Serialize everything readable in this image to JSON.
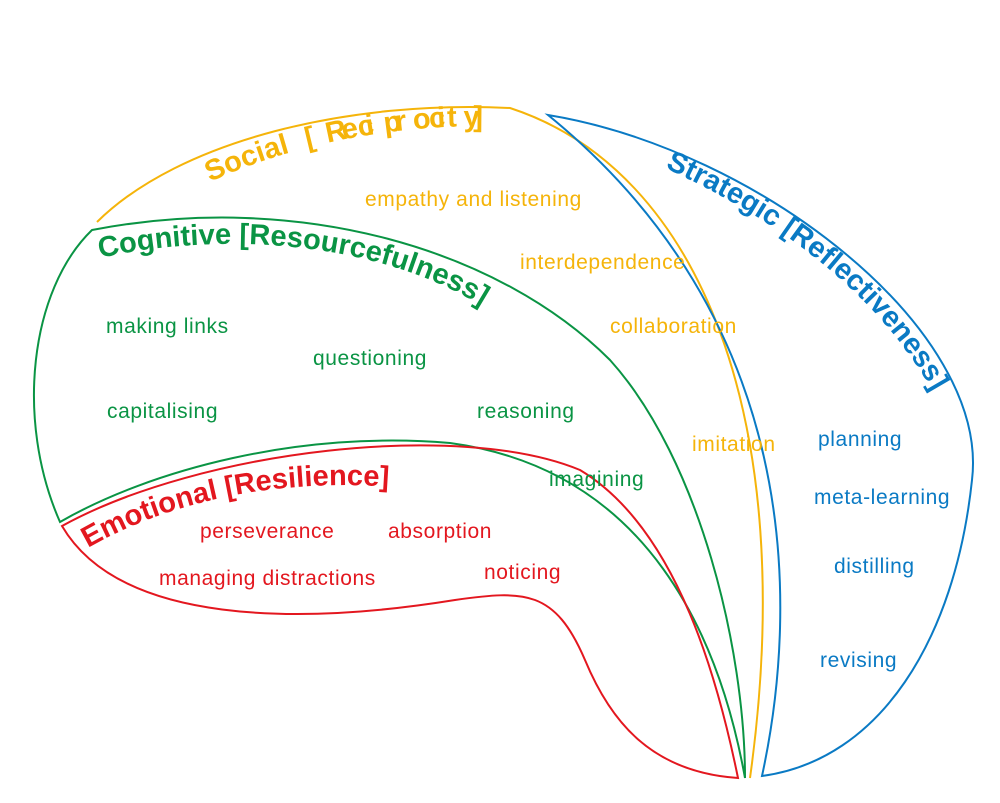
{
  "colors": {
    "social": "#f5b40a",
    "cognitive": "#0a9444",
    "emotional": "#e3171f",
    "strategic": "#0a7ac4"
  },
  "social": {
    "title": "Social  [Reciprocity]",
    "items": [
      "empathy and listening",
      "interdependence",
      "collaboration",
      "imitation"
    ]
  },
  "cognitive": {
    "title": "Cognitive [Resourcefulness]",
    "items": [
      "making links",
      "questioning",
      "capitalising",
      "reasoning",
      "imagining"
    ]
  },
  "emotional": {
    "title": "Emotional [Resilience]",
    "items": [
      "perseverance",
      "absorption",
      "managing distractions",
      "noticing"
    ]
  },
  "strategic": {
    "title": "Strategic [Reflectiveness]",
    "items": [
      "planning",
      "meta-learning",
      "distilling",
      "revising"
    ]
  }
}
